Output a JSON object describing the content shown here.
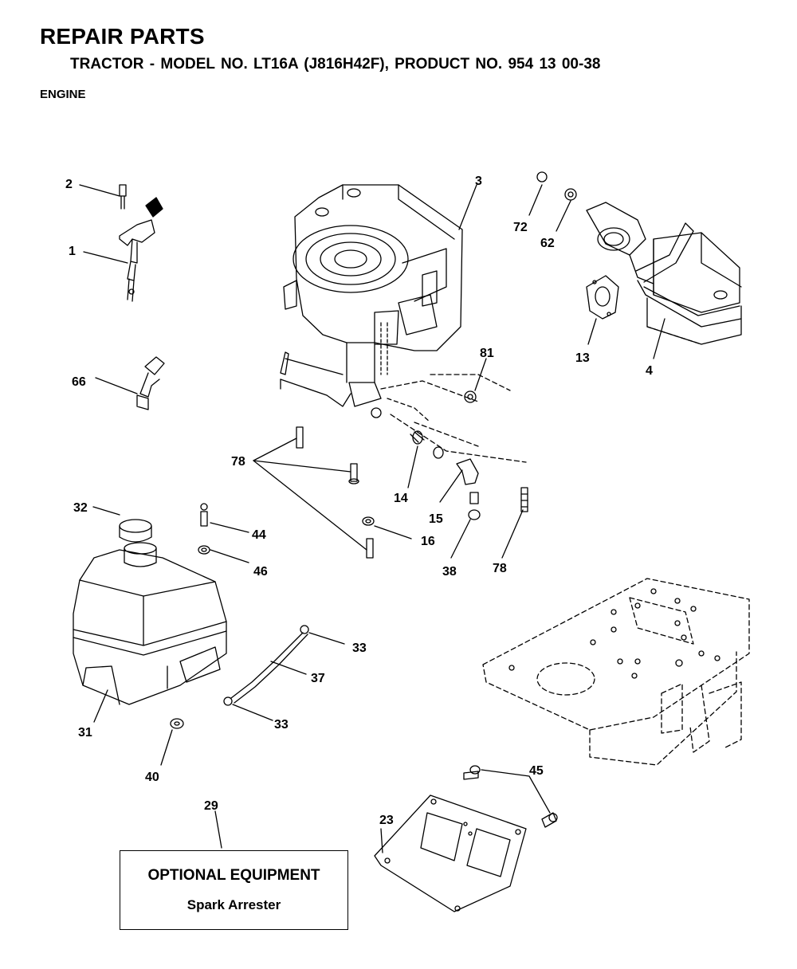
{
  "header": {
    "title": "REPAIR PARTS",
    "subtitle": "TRACTOR - MODEL NO. LT16A (J816H42F),  PRODUCT NO. 954 13 00-38",
    "section": "ENGINE"
  },
  "optional_box": {
    "title": "OPTIONAL EQUIPMENT",
    "subtitle": "Spark Arrester"
  },
  "callouts": {
    "c1": "1",
    "c2": "2",
    "c3": "3",
    "c4": "4",
    "c13": "13",
    "c14": "14",
    "c15": "15",
    "c16": "16",
    "c23": "23",
    "c29": "29",
    "c31": "31",
    "c32": "32",
    "c33a": "33",
    "c33b": "33",
    "c37": "37",
    "c38": "38",
    "c40": "40",
    "c44": "44",
    "c45": "45",
    "c46": "46",
    "c62": "62",
    "c66": "66",
    "c72": "72",
    "c78a": "78",
    "c78b": "78",
    "c81": "81"
  }
}
